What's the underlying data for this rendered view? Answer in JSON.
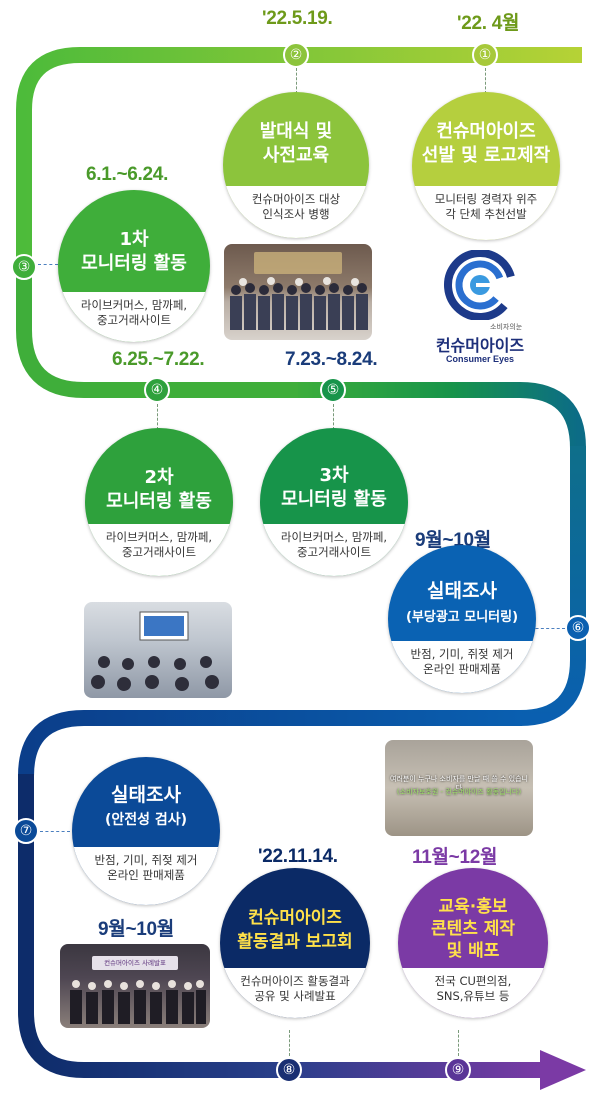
{
  "timeline": {
    "steps": [
      {
        "num": "①",
        "date": "'22. 4월",
        "title": "컨슈머아이즈\n선발 및 로고제작",
        "desc": "모니터링 경력자 위주\n각 단체 추천선발"
      },
      {
        "num": "②",
        "date": "'22.5.19.",
        "title": "발대식 및\n사전교육",
        "desc": "컨슈머아이즈 대상\n인식조사 병행"
      },
      {
        "num": "③",
        "date": "6.1.~6.24.",
        "title": "1차\n모니터링 활동",
        "desc": "라이브커머스, 맘까페,\n중고거래사이트"
      },
      {
        "num": "④",
        "date": "6.25.~7.22.",
        "title": "2차\n모니터링 활동",
        "desc": "라이브커머스, 맘까페,\n중고거래사이트"
      },
      {
        "num": "⑤",
        "date": "7.23.~8.24.",
        "title": "3차\n모니터링 활동",
        "desc": "라이브커머스, 맘까페,\n중고거래사이트"
      },
      {
        "num": "⑥",
        "date": "9월~10월",
        "title": "실태조사",
        "subtitle": "(부당광고 모니터링)",
        "desc": "반점, 기미, 쥐젖 제거\n온라인 판매제품"
      },
      {
        "num": "⑦",
        "date": "9월~10월",
        "title": "실태조사",
        "subtitle": "(안전성 검사)",
        "desc": "반점, 기미, 쥐젖 제거\n온라인 판매제품"
      },
      {
        "num": "⑧",
        "date": "'22.11.14.",
        "title": "컨슈머아이즈\n활동결과 보고회",
        "desc": "컨슈머아이즈 활동결과\n공유 및 사례발표"
      },
      {
        "num": "⑨",
        "date": "11월~12월",
        "title": "교육·홍보\n콘텐츠 제작\n및 배포",
        "desc": "전국 CU편의점,\nSNS,유튜브 등"
      }
    ]
  },
  "logo": {
    "small": "소비자의눈",
    "name": "컨슈머아이즈",
    "english": "Consumer Eyes"
  },
  "photo_captions": {
    "p9_line1": "여러분이 누구나 소비자를 만날 때 쓸 수 있습니다",
    "p9_line2": "(소비자보호원 - 컨슈머아이즈 활동입니다)",
    "p8_banner": "컨슈머아이즈 사례발표"
  },
  "colors": {
    "lime": "#b7d33a",
    "green": "#3fae3a",
    "dark_green": "#158a3c",
    "navy": "#0b2a66",
    "blue": "#0a5fb0",
    "purple": "#7b3aa5",
    "olive_text": "#5f8a1a",
    "green_text": "#4a9a2a",
    "navy_text": "#1a3c7a",
    "yellow_text": "#ffe14a"
  }
}
